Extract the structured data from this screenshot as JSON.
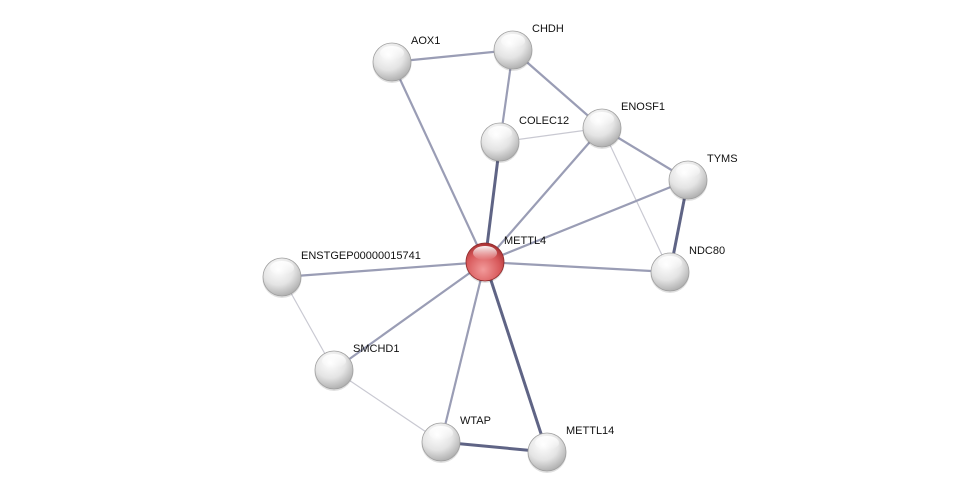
{
  "network": {
    "query_node": "METTL4",
    "colors": {
      "query": "#d9595b",
      "node": "#e6e6e6",
      "edge": "#9a9db5",
      "edge_strong": "#5f6485",
      "edge_weak": "#c9c9d2"
    },
    "nodes": [
      {
        "id": "AOX1",
        "label": "AOX1"
      },
      {
        "id": "CHDH",
        "label": "CHDH"
      },
      {
        "id": "ENOSF1",
        "label": "ENOSF1"
      },
      {
        "id": "COLEC12",
        "label": "COLEC12"
      },
      {
        "id": "TYMS",
        "label": "TYMS"
      },
      {
        "id": "METTL4",
        "label": "METTL4"
      },
      {
        "id": "NDC80",
        "label": "NDC80"
      },
      {
        "id": "ENSTGEP00000015741",
        "label": "ENSTGEP00000015741"
      },
      {
        "id": "SMCHD1",
        "label": "SMCHD1"
      },
      {
        "id": "WTAP",
        "label": "WTAP"
      },
      {
        "id": "METTL14",
        "label": "METTL14"
      }
    ],
    "edges": [
      {
        "source": "AOX1",
        "target": "CHDH",
        "strength": "medium"
      },
      {
        "source": "AOX1",
        "target": "METTL4",
        "strength": "medium"
      },
      {
        "source": "CHDH",
        "target": "COLEC12",
        "strength": "medium"
      },
      {
        "source": "CHDH",
        "target": "ENOSF1",
        "strength": "medium"
      },
      {
        "source": "COLEC12",
        "target": "ENOSF1",
        "strength": "weak"
      },
      {
        "source": "COLEC12",
        "target": "METTL4",
        "strength": "strong"
      },
      {
        "source": "ENOSF1",
        "target": "METTL4",
        "strength": "medium"
      },
      {
        "source": "ENOSF1",
        "target": "TYMS",
        "strength": "medium"
      },
      {
        "source": "ENOSF1",
        "target": "NDC80",
        "strength": "weak"
      },
      {
        "source": "TYMS",
        "target": "METTL4",
        "strength": "medium"
      },
      {
        "source": "TYMS",
        "target": "NDC80",
        "strength": "strong"
      },
      {
        "source": "METTL4",
        "target": "NDC80",
        "strength": "medium"
      },
      {
        "source": "METTL4",
        "target": "ENSTGEP00000015741",
        "strength": "medium"
      },
      {
        "source": "METTL4",
        "target": "SMCHD1",
        "strength": "medium"
      },
      {
        "source": "METTL4",
        "target": "WTAP",
        "strength": "medium"
      },
      {
        "source": "METTL4",
        "target": "METTL14",
        "strength": "strong"
      },
      {
        "source": "ENSTGEP00000015741",
        "target": "SMCHD1",
        "strength": "weak"
      },
      {
        "source": "SMCHD1",
        "target": "WTAP",
        "strength": "weak"
      },
      {
        "source": "WTAP",
        "target": "METTL14",
        "strength": "strong"
      }
    ]
  }
}
